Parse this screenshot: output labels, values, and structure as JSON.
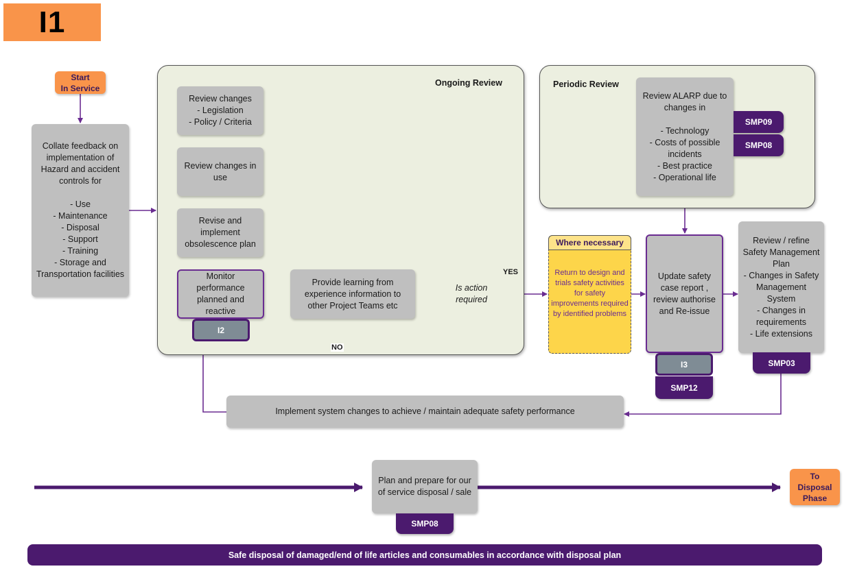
{
  "header": {
    "phase_code": "I1",
    "badge_color": "#f9944a"
  },
  "colors": {
    "accent": "#4b1a6e",
    "connector": "#6a2c91",
    "panel_bg": "#ecefe0",
    "box_bg": "#bfbfbf",
    "decision": "#a8c400",
    "note_bg": "#fdd54a"
  },
  "start": {
    "label": "Start\nIn Service"
  },
  "collate": {
    "label": "Collate feedback on implementation of Hazard and accident controls for\n\n- Use\n- Maintenance\n- Disposal\n- Support\n- Training\n- Storage and Transportation facilities"
  },
  "ongoing": {
    "title": "Ongoing Review",
    "review_changes": "Review changes\n- Legislation\n- Policy / Criteria",
    "review_use": "Review changes in use",
    "revise_plan": "Revise and implement obsolescence plan",
    "monitor": "Monitor performance planned and reactive",
    "monitor_ref": "I2",
    "provide_learning": "Provide learning from experience information to other Project Teams etc",
    "decision": "Is action required",
    "yes_label": "YES",
    "no_label": "NO"
  },
  "periodic": {
    "title": "Periodic Review",
    "alarp": "Review ALARP due to changes in\n\n- Technology\n- Costs of possible incidents\n- Best practice\n- Operational life",
    "tags": [
      "SMP09",
      "SMP08"
    ]
  },
  "where_necessary": {
    "title": "Where necessary",
    "body": "Return to design and trials safety activities for safety improvements required by identified problems"
  },
  "update_safety": {
    "label": "Update safety case report , review authorise and Re-issue",
    "ref": "I3",
    "tag": "SMP12"
  },
  "refine_smp": {
    "label": "Review / refine Safety Management Plan\n- Changes in Safety Management System\n- Changes in requirements\n- Life extensions",
    "tag": "SMP03"
  },
  "implement": {
    "label": "Implement system changes to achieve / maintain adequate safety performance"
  },
  "disposal_prep": {
    "label": "Plan and prepare for our of service disposal / sale",
    "tag": "SMP08"
  },
  "to_disposal": {
    "label": "To\nDisposal\nPhase"
  },
  "footer_bar": {
    "label": "Safe disposal of damaged/end of life articles and consumables in accordance with disposal plan"
  }
}
